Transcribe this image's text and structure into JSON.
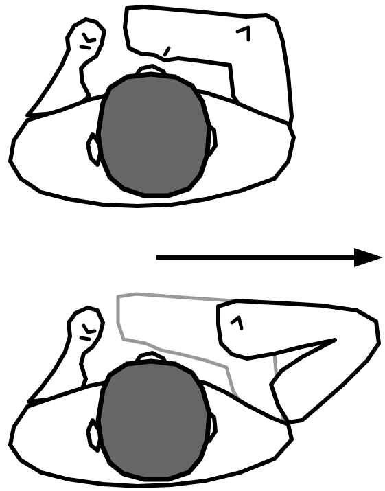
{
  "figure": {
    "panels": [
      {
        "id": "top",
        "pose": "arm-raised-forward"
      },
      {
        "id": "bottom",
        "pose": "arm-rotated-outward",
        "ghost_previous_pose": true
      }
    ],
    "arrow": {
      "direction": "right"
    },
    "colors": {
      "outline": "#000000",
      "head_fill": "#666666",
      "ghost_outline": "#999999",
      "background": "#ffffff"
    }
  }
}
